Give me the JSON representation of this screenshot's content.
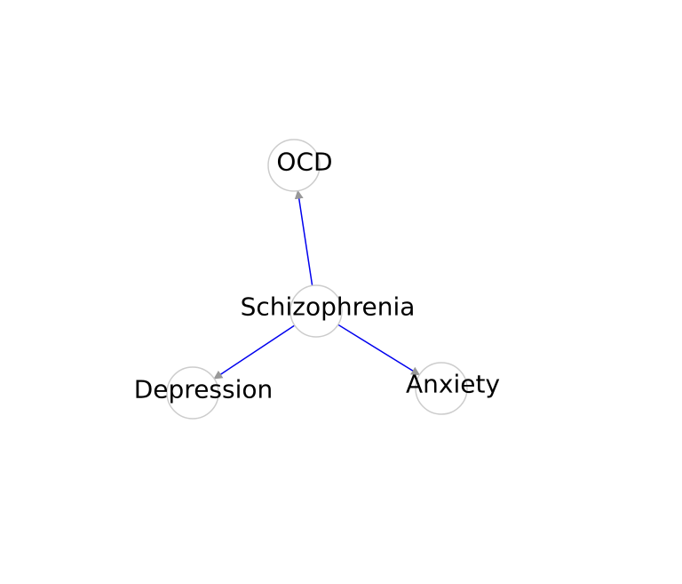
{
  "graph": {
    "nodes": [
      {
        "id": "ocd",
        "label": "OCD"
      },
      {
        "id": "schizophrenia",
        "label": "Schizophrenia"
      },
      {
        "id": "depression",
        "label": "Depression"
      },
      {
        "id": "anxiety",
        "label": "Anxiety"
      }
    ],
    "edges": [
      {
        "from": "schizophrenia",
        "to": "ocd"
      },
      {
        "from": "schizophrenia",
        "to": "depression"
      },
      {
        "from": "schizophrenia",
        "to": "anxiety"
      }
    ],
    "colors": {
      "edge": "#0000ee",
      "arrow": "#999999",
      "node_stroke": "#cccccc",
      "node_fill": "#ffffff",
      "label": "#000000"
    }
  }
}
